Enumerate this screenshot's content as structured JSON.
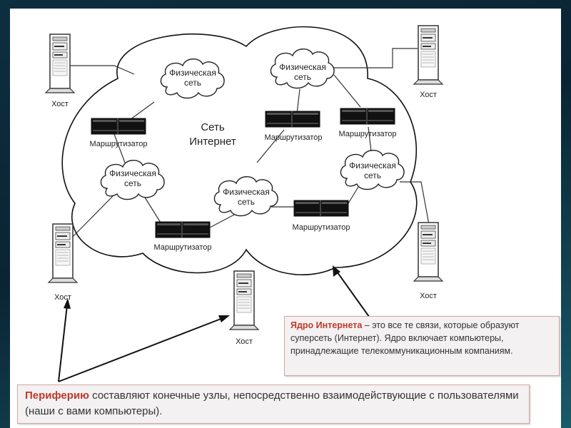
{
  "diagram": {
    "internet_label_line1": "Сеть",
    "internet_label_line2": "Интернет",
    "physical_net_line1": "Физическая",
    "physical_net_line2": "сеть",
    "router_label": "Маршрутизатор",
    "host_label": "Хост"
  },
  "core_note": {
    "term": "Ядро Интернета",
    "text": " – это все те связи, которые образуют суперсеть (Интернет). Ядро включает компьютеры, принадлежащие телекоммуникационным компаниям."
  },
  "periphery_note": {
    "term": "Периферию",
    "text": " составляют конечные узлы, непосредственно взаимодействующие с пользователями (наши с вами компьютеры)."
  }
}
